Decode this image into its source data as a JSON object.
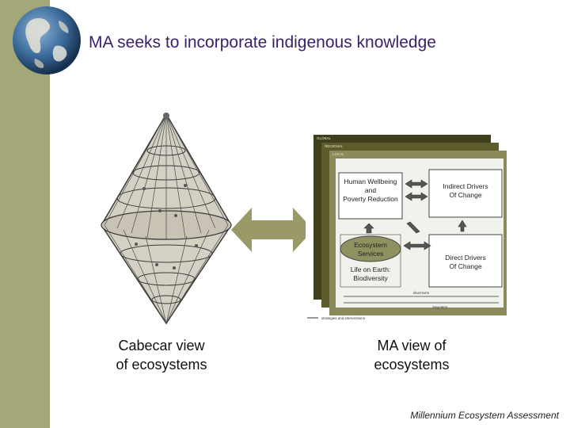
{
  "slide": {
    "title": "MA seeks to incorporate indigenous knowledge",
    "left_caption_line1": "Cabecar view",
    "left_caption_line2": "of ecosystems",
    "right_caption_line1": "MA view of",
    "right_caption_line2": "ecosystems",
    "footer": "Millennium Ecosystem Assessment"
  },
  "ma_framework": {
    "human_wellbeing_line1": "Human Wellbeing",
    "human_wellbeing_line2": "and",
    "human_wellbeing_line3": "Poverty Reduction",
    "indirect_line1": "Indirect Drivers",
    "indirect_line2": "Of Change",
    "direct_line1": "Direct Drivers",
    "direct_line2": "Of Change",
    "ecosystem_services_line1": "Ecosystem",
    "ecosystem_services_line2": "Services",
    "life_line1": "Life on Earth:",
    "life_line2": "Biodiversity"
  },
  "colors": {
    "sidebar": "#a4a878",
    "title": "#3a1f6b",
    "frame_dark": "#3f3f1c",
    "frame_mid": "#5b5b2c",
    "frame_light": "#8a8a5a",
    "panel": "#f2f2ec",
    "arrow": "#9a9a68",
    "ellipse": "#8f9160"
  },
  "icons": [
    "globe-icon",
    "cabecar-cone-drawing",
    "double-arrow-icon"
  ]
}
